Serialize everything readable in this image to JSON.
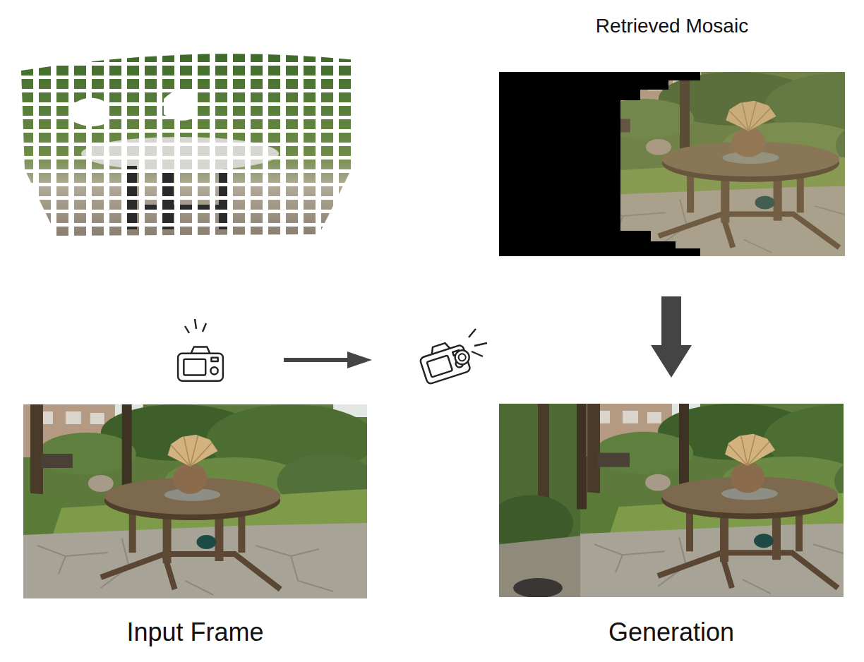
{
  "diagram": {
    "nodes": [
      {
        "text": [
          "Retrieved Mosaic"
        ]
      },
      {
        "text": [
          "Input Frame"
        ]
      },
      {
        "text": [
          "Generation"
        ]
      }
    ],
    "edges": [
      {
        "from": 0,
        "to": 2,
        "arrow": "to"
      }
    ]
  }
}
